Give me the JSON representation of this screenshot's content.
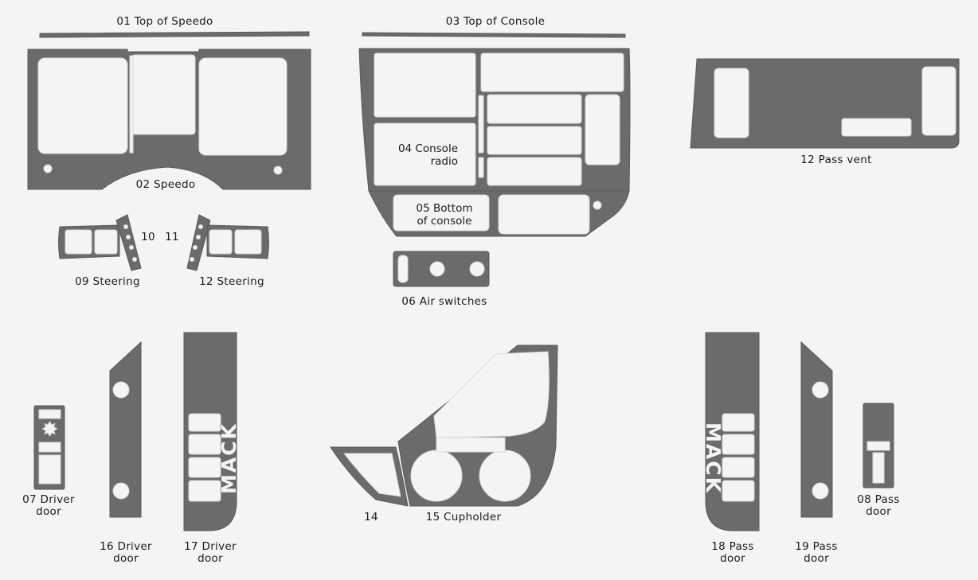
{
  "labels": {
    "top_speedo": "01 Top of  Speedo",
    "speedo": "02 Speedo",
    "top_console": "03 Top of  Console",
    "console_radio_1": "04 Console",
    "console_radio_2": "radio",
    "bottom_console_1": "05 Bottom",
    "bottom_console_2": "of console",
    "air_switches": "06 Air switches",
    "driver_door_07_1": "07 Driver",
    "driver_door_07_2": "door",
    "pass_door_08_1": "08 Pass",
    "pass_door_08_2": "door",
    "steering_09": "09 Steering",
    "num_10": "10",
    "num_11": "11",
    "steering_12": "12 Steering",
    "pass_vent": "12 Pass vent",
    "num_14": "14",
    "cupholder": "15 Cupholder",
    "driver_door_16_1": "16 Driver",
    "driver_door_16_2": "door",
    "driver_door_17_1": "17 Driver",
    "driver_door_17_2": "door",
    "pass_door_18_1": "18 Pass",
    "pass_door_18_2": "door",
    "pass_door_19_1": "19 Pass",
    "pass_door_19_2": "door"
  },
  "brand_text": "MACK",
  "colors": {
    "part_fill": "#6b6b6b",
    "cutout_fill": "#f4f4f4",
    "background": "#f4f4f4"
  }
}
